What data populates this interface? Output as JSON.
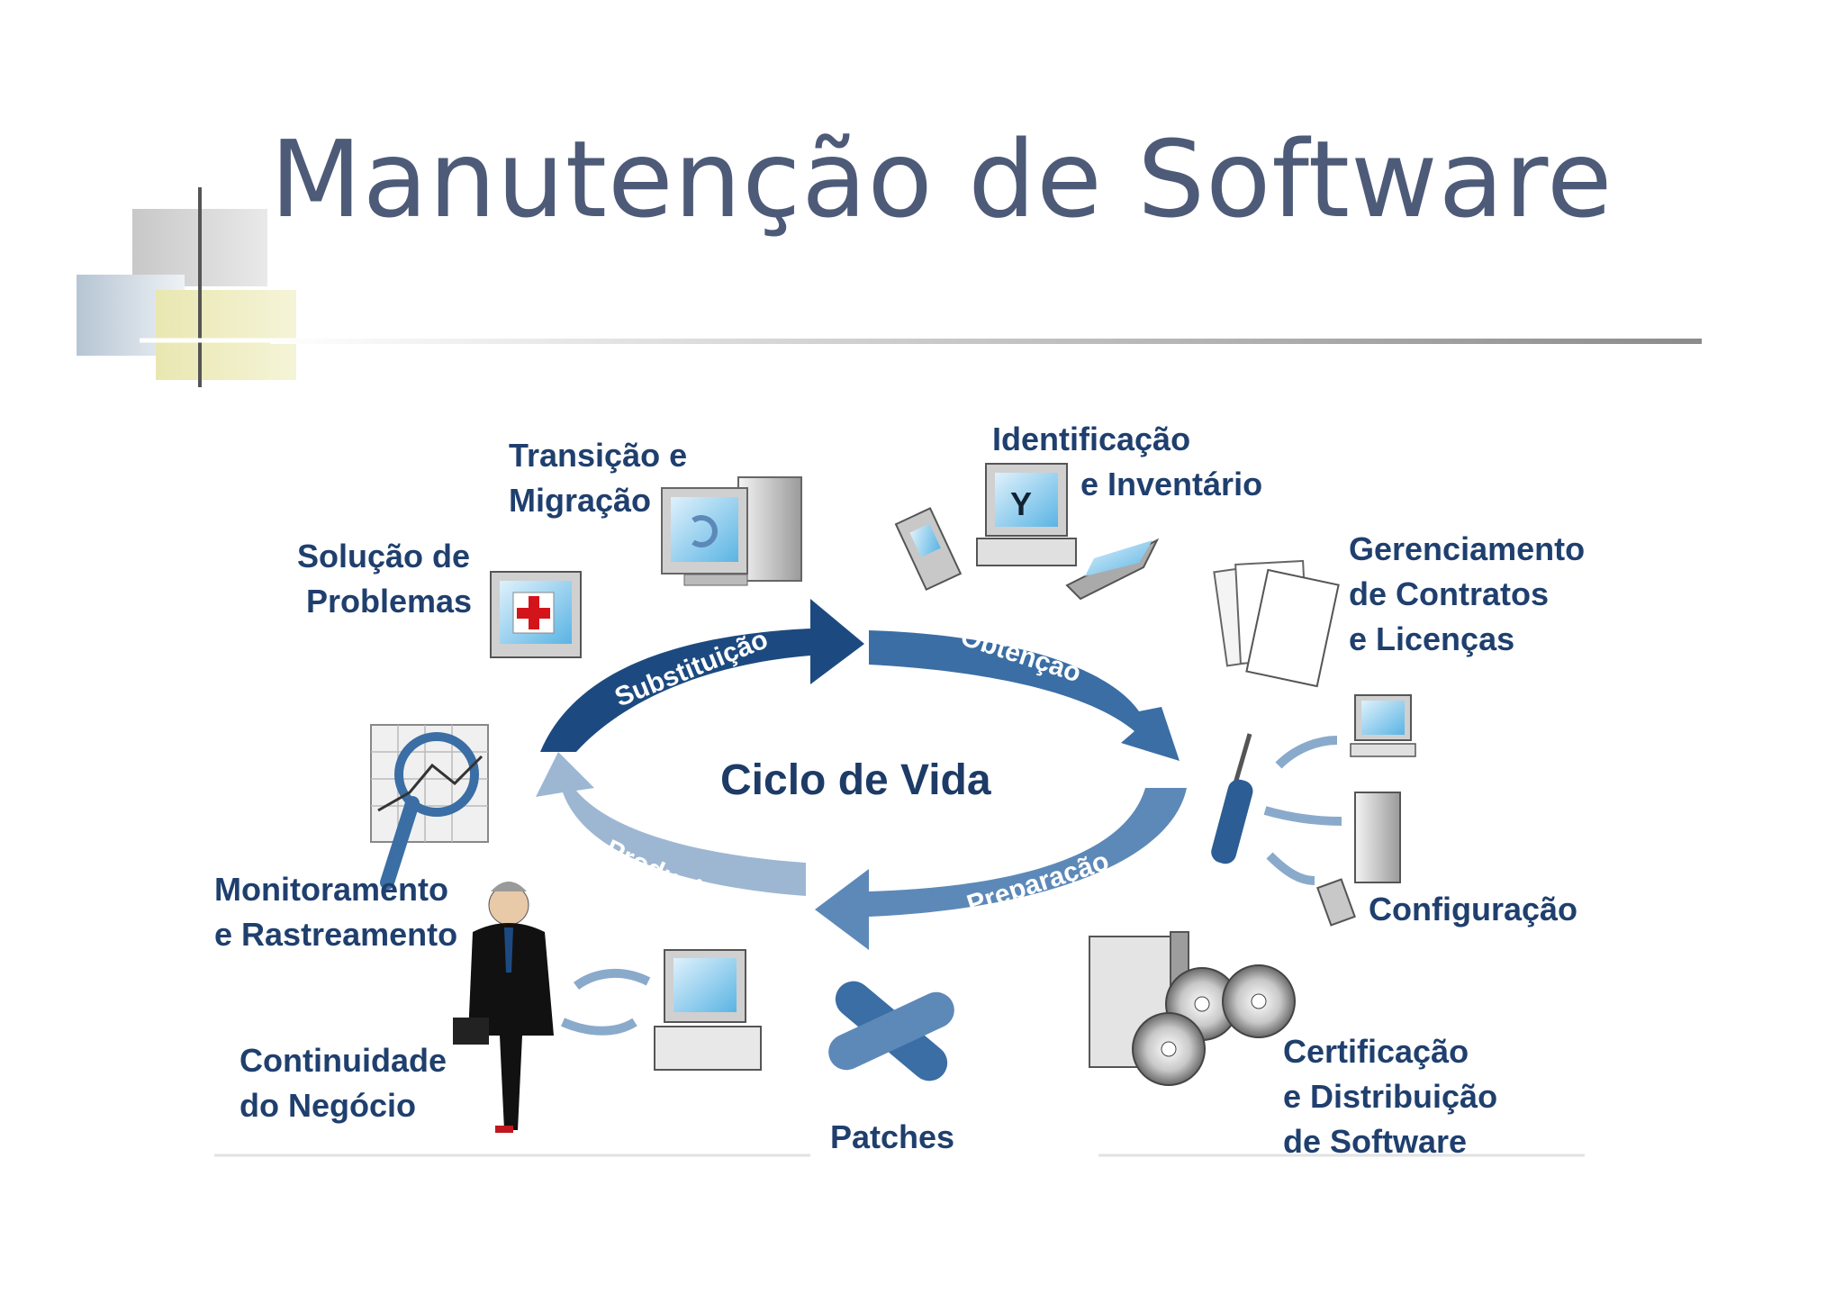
{
  "slide": {
    "title": "Manutenção de Software"
  },
  "diagram": {
    "center_label": "Ciclo de Vida",
    "arrows": {
      "top_left": "Substituição",
      "top_right": "Obtenção",
      "bottom_right": "Preparação",
      "bottom_left": "Produção"
    },
    "nodes": {
      "transicao_line1": "Transição e",
      "transicao_line2": "Migração",
      "identificacao_line1": "Identificação",
      "identificacao_line2": "e Inventário",
      "solucao_line1": "Solução de",
      "solucao_line2": "Problemas",
      "gerenciamento_line1": "Gerenciamento",
      "gerenciamento_line2": "de Contratos",
      "gerenciamento_line3": "e Licenças",
      "monitoramento_line1": "Monitoramento",
      "monitoramento_line2": "e Rastreamento",
      "configuracao": "Configuração",
      "continuidade_line1": "Continuidade",
      "continuidade_line2": "do Negócio",
      "patches": "Patches",
      "certificacao_line1": "Certificação",
      "certificacao_line2": "e Distribuição",
      "certificacao_line3": "de Software"
    }
  },
  "colors": {
    "title": "#4d5b78",
    "label": "#1f3f6e",
    "arrow_dark": "#1c4a80",
    "arrow_mid": "#3a6ea5",
    "arrow_light": "#8aaacb"
  }
}
